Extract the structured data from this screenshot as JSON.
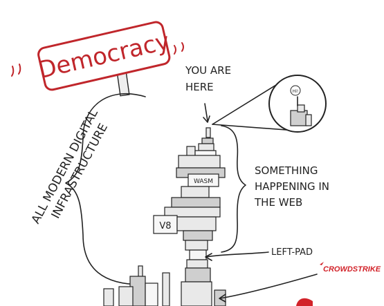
{
  "sign": {
    "text": "Democracy",
    "color": "#c0262b"
  },
  "labels": {
    "all_infra_line1": "ALL MODERN DIGITAL",
    "all_infra_line2": "INFRASTRUCTURE",
    "you_are_line1": "YOU ARE",
    "you_are_line2": "HERE",
    "something_line1": "SOMETHING",
    "something_line2": "HAPPENING IN",
    "something_line3": "THE WEB",
    "left_pad": "LEFT-PAD",
    "wasm": "WASM",
    "v8": "V8",
    "zoom_bubble": "Hi!"
  },
  "brand": {
    "name": "CROWDSTRIKE",
    "color": "#d2232a"
  },
  "colors": {
    "ink": "#222222",
    "block_fill": "#e9e9e9"
  }
}
